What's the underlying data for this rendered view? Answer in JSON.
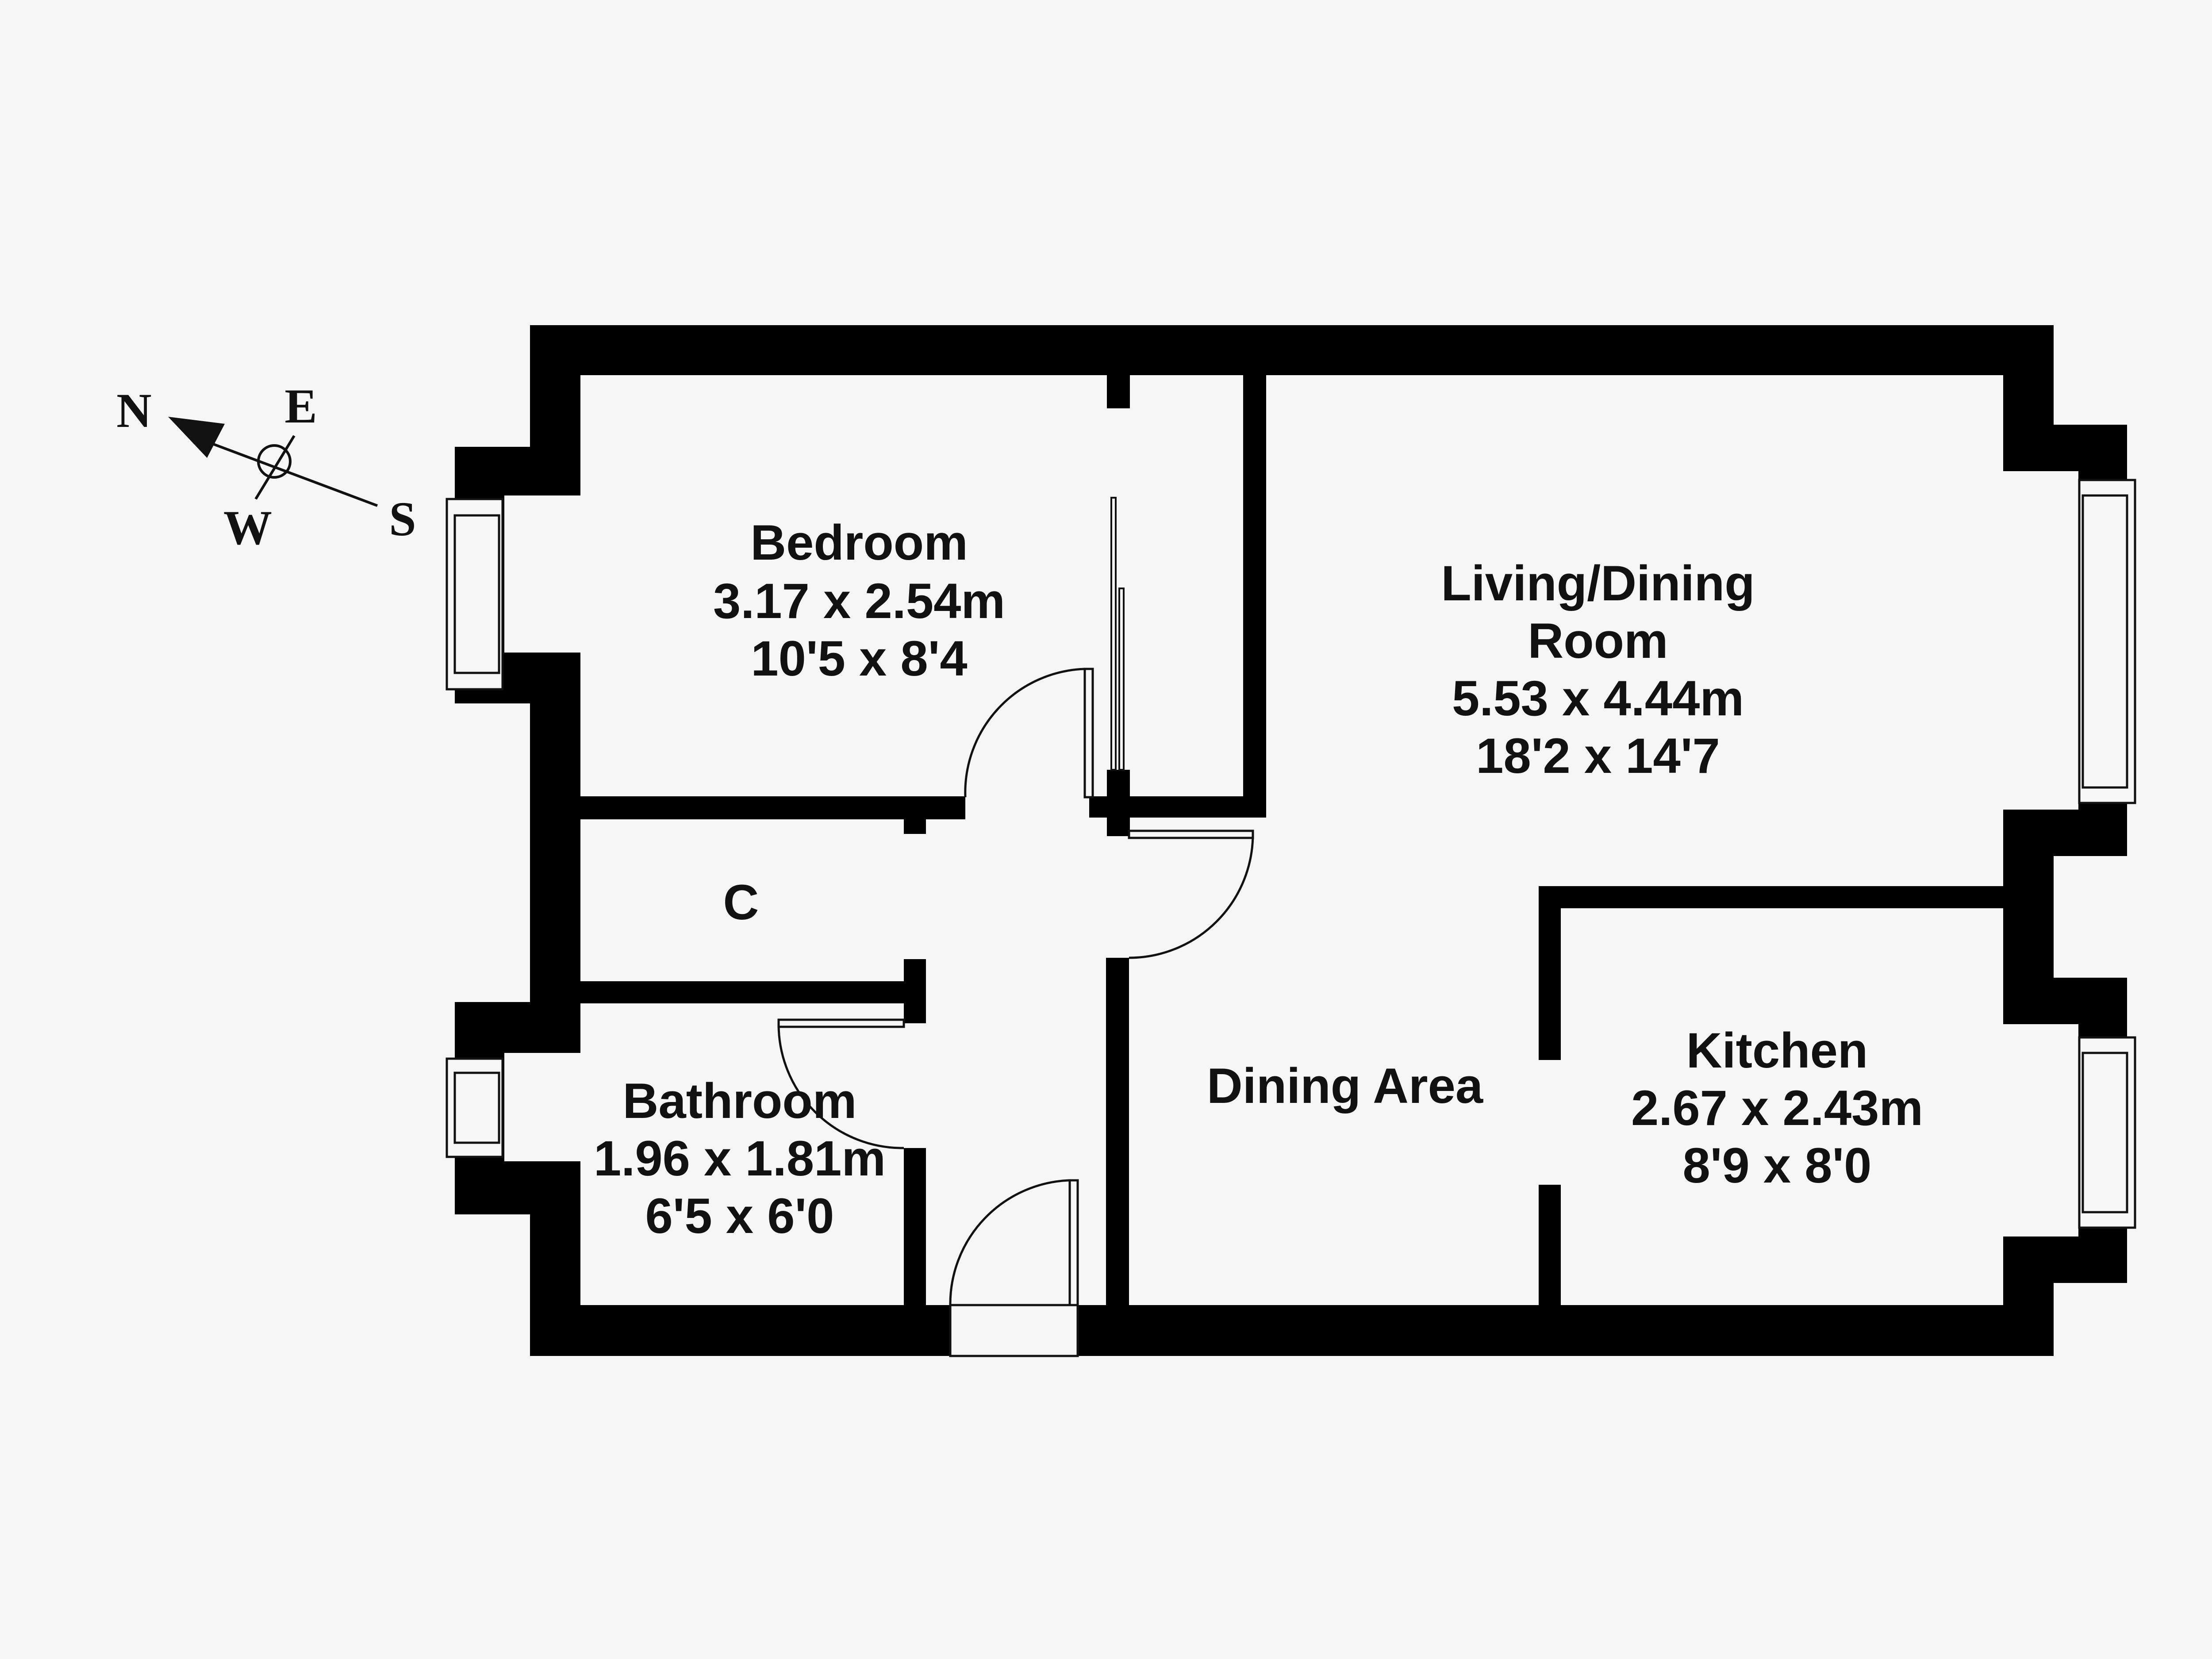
{
  "colors": {
    "background": "#f6f6f6",
    "wall": "#000000",
    "line": "#111111"
  },
  "compass": {
    "north": "N",
    "east": "E",
    "west": "W",
    "south": "S"
  },
  "rooms": {
    "bedroom": {
      "name": "Bedroom",
      "metric": "3.17 x 2.54m",
      "imperial": "10'5 x 8'4"
    },
    "living": {
      "name_line1": "Living/Dining",
      "name_line2": "Room",
      "metric": "5.53 x 4.44m",
      "imperial": "18'2 x 14'7"
    },
    "cupboard": {
      "name": "C"
    },
    "bathroom": {
      "name": "Bathroom",
      "metric": "1.96 x 1.81m",
      "imperial": "6'5 x 6'0"
    },
    "dining": {
      "name": "Dining Area"
    },
    "kitchen": {
      "name": "Kitchen",
      "metric": "2.67 x 2.43m",
      "imperial": "8'9 x 8'0"
    }
  }
}
